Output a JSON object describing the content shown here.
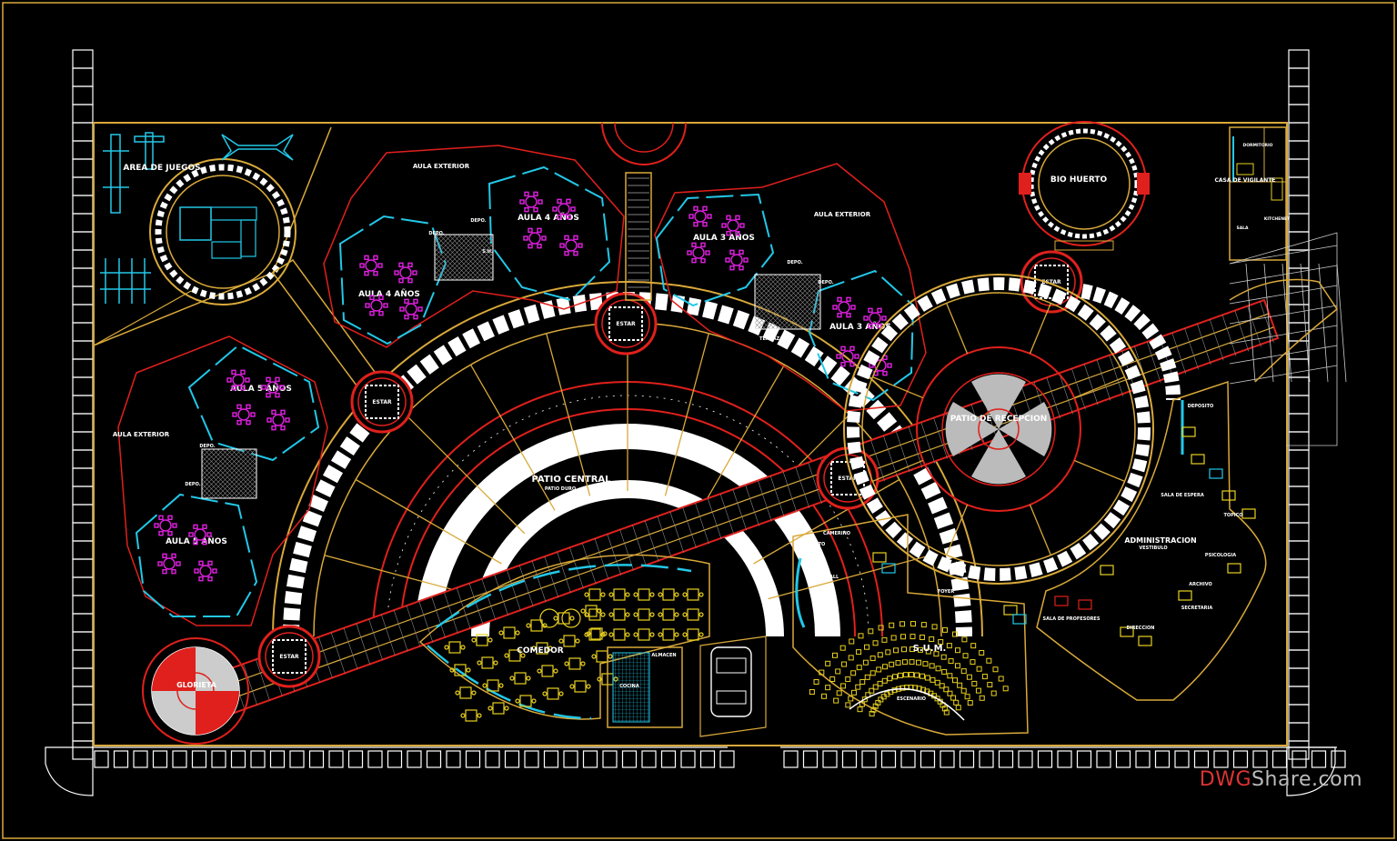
{
  "labels": {
    "area_juegos": "AREA DE JUEGOS",
    "aula_exterior_1": "AULA EXTERIOR",
    "aula_exterior_2": "AULA EXTERIOR",
    "aula_exterior_3": "AULA EXTERIOR",
    "aula_4a_1": "AULA 4 AÑOS",
    "aula_4a_2": "AULA 4 AÑOS",
    "aula_3a_1": "AULA 3 AÑOS",
    "aula_3a_2": "AULA 3 AÑOS",
    "aula_5a_1": "AULA 5 AÑOS",
    "aula_5a_2": "AULA 5 AÑOS",
    "depo": "DEPO.",
    "sh": "S.H.",
    "terraza": "TERRAZA",
    "estar": "ESTAR",
    "bio_huerto": "BIO HUERTO",
    "patio_recepcion": "PATIO DE RECEPCION",
    "patio_central": "PATIO CENTRAL",
    "patio_duro": "PATIO DURO",
    "glorieta": "GLORIETA",
    "comedor": "COMEDOR",
    "cocina": "COCINA",
    "almacen": "ALMACEN",
    "sum": "S.U.M.",
    "escenario": "ESCENARIO",
    "administracion": "ADMINISTRACION",
    "vestibulo": "VESTIBULO",
    "deposito": "DEPOSITO",
    "camerino": "CAMERINO",
    "hall": "HALL",
    "foyer": "FOYER",
    "topico": "TOPICO",
    "psicologia": "PSICOLOGIA",
    "archivo": "ARCHIVO",
    "secretaria": "SECRETARIA",
    "direccion": "DIRECCION",
    "sala_profesores": "SALA DE PROFESORES",
    "sala_espera": "SALA DE ESPERA",
    "casa_vigilante": "CASA DE VIGILANTE",
    "dormitorio": "DORMITORIO",
    "sala": "SALA",
    "kitchenet": "KITCHENET"
  },
  "watermark": {
    "brand_a": "DWG",
    "brand_b": "Share.com"
  },
  "colors": {
    "background": "#000000",
    "wall_yellow": "#d9a93a",
    "wall_red": "#e0201c",
    "furniture_magenta": "#e020e0",
    "glass_cyan": "#22c8e8",
    "seating_yellow": "#e8d020",
    "paving_white": "#ffffff"
  }
}
